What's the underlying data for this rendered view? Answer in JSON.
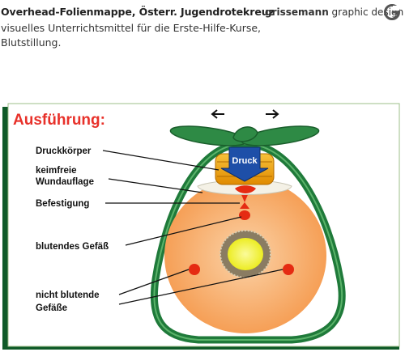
{
  "header": {
    "title": "Overhead-Folienmappe, Österr. Jugendrotekreuz",
    "subtitle_line1": "visuelles Unterrichtsmittel für die Erste-Hilfe-Kurse,",
    "subtitle_line2": "Blutstillung.",
    "brand_bold": "grissemann",
    "brand_rest": " graphic design",
    "logo_icon": "g-circle-logo-icon"
  },
  "slide": {
    "heading": "Ausführung:",
    "press_label": "Druck",
    "arrow_left_icon": "arrow-left-icon",
    "arrow_right_icon": "arrow-right-icon",
    "labels": {
      "druckkoerper": "Druckkörper",
      "keimfreie_line1": "keimfreie",
      "keimfreie_line2": "Wundauflage",
      "befestigung": "Befestigung",
      "blutendes": "blutendes Gefäß",
      "nicht_line1": "nicht blutende",
      "nicht_line2": "Gefäße"
    },
    "colors": {
      "heading": "#e8312a",
      "border_green": "#1f7a3a",
      "tissue_orange": "#f7a35c",
      "press_blue": "#1e4fa8",
      "pad_yellow": "#f2a900",
      "blood_red": "#e52b12",
      "bone_yellow": "#f7f33c"
    }
  }
}
